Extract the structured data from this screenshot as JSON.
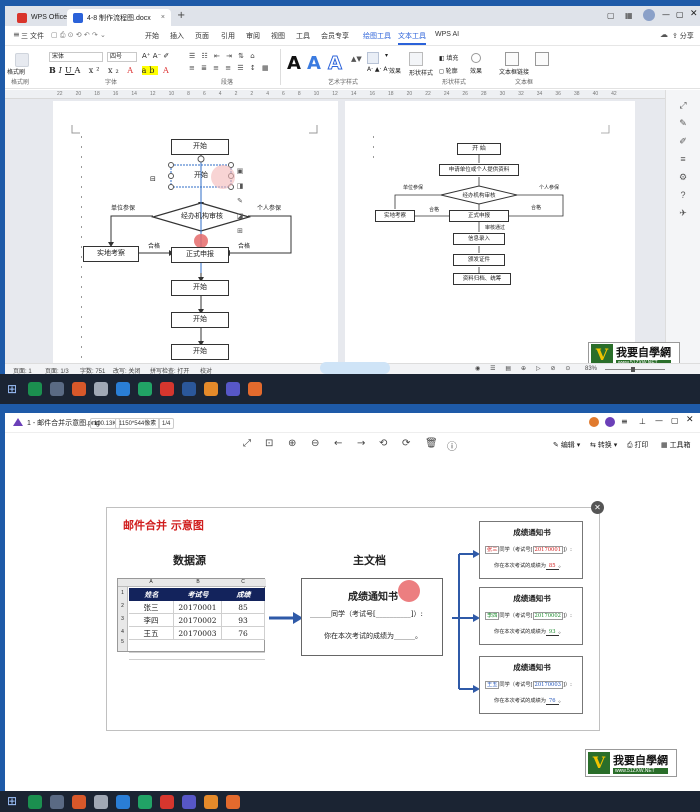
{
  "wps": {
    "app_tab": "WPS Office",
    "doc_tab": "4-8 制作流程图.docx",
    "menu": [
      "三 文件",
      "开始",
      "插入",
      "页面",
      "引用",
      "审阅",
      "视图",
      "工具",
      "会员专享",
      "绘图工具",
      "文本工具",
      "WPS AI"
    ],
    "menu_active": "文本工具",
    "ribbon": {
      "font_name": "宋体",
      "font_size": "四号",
      "group_font": "字体",
      "group_para": "段落",
      "group_art": "艺术字样式",
      "group_shape": "形状样式",
      "group_text": "文本框",
      "clear_format": "格式刷",
      "fill": "填充",
      "outline": "轮廓",
      "effect": "效果",
      "shape_style": "形状样式",
      "textbox_link": "文本框链接",
      "art_letter": "A"
    },
    "ruler_marks": [
      "22",
      "20",
      "18",
      "16",
      "14",
      "12",
      "10",
      "8",
      "6",
      "4",
      "2",
      "2",
      "4",
      "6",
      "8",
      "10",
      "12",
      "14",
      "16",
      "18",
      "20",
      "22",
      "24",
      "26",
      "28",
      "30",
      "32",
      "34",
      "36",
      "38",
      "40",
      "42"
    ],
    "flow_left": {
      "start1": "开始",
      "start2": "开始",
      "decision": "经办机构审核",
      "left_label": "单位参保",
      "right_label": "个人参保",
      "left_box": "实地考察",
      "pass": "合格",
      "pass2": "合格",
      "main": "正式申报",
      "s3": "开始",
      "s4": "开始",
      "s5": "开始"
    },
    "flow_right": {
      "start": "开 始",
      "apply": "申请单位或个人提供资料",
      "decision": "经办机构审核",
      "left_label": "单位参保",
      "right_label": "个人参保",
      "left_box": "实地考察",
      "pass1": "合格",
      "pass2": "合格",
      "main": "正式申报",
      "approved": "审核通过",
      "input": "信息录入",
      "cert": "颁发证件",
      "archive": "资料归档、统筹"
    },
    "status": {
      "page": "页面: 1",
      "pages": "页面: 1/3",
      "words": "字数: 751",
      "revise": "改写: 关闭",
      "spell": "拼写检查: 打开",
      "proof": "校对",
      "zoom": "83%"
    }
  },
  "viewer": {
    "title": "1 - 邮件合并示意图.png",
    "size": "100.13K",
    "dims": "1150*544像素",
    "page": "1/4",
    "edit": "编辑",
    "convert": "转换",
    "print": "打印",
    "toolbox": "工具箱"
  },
  "diagram": {
    "title": "邮件合并  示意图",
    "datasource": "数据源",
    "maindoc": "主文档",
    "cols": [
      "A",
      "B",
      "C"
    ],
    "headers": [
      "姓名",
      "考试号",
      "成绩"
    ],
    "rows": [
      [
        "张三",
        "20170001",
        "85"
      ],
      [
        "李四",
        "20170002",
        "93"
      ],
      [
        "王五",
        "20170003",
        "76"
      ]
    ],
    "row_nums": [
      "1",
      "2",
      "3",
      "4",
      "5"
    ],
    "doc_title": "成绩通知书",
    "doc_line1": "______同学（考试号[__________]）:",
    "doc_line2": "你在本次考试的成绩为______。",
    "cards": [
      {
        "title": "成绩通知书",
        "name": "张三",
        "id": "20170001",
        "score": "85",
        "color": "#d01d1d"
      },
      {
        "title": "成绩通知书",
        "name": "李四",
        "id": "20170002",
        "score": "93",
        "color": "#1b8a2d"
      },
      {
        "title": "成绩通知书",
        "name": "王五",
        "id": "20170003",
        "score": "76",
        "color": "#2455b8"
      }
    ],
    "card_line1_a": "同学（考试号[",
    "card_line1_b": "]）:",
    "card_line2": "你在本次考试的成绩为",
    "card_end": "。"
  },
  "watermark": {
    "title": "我要自學網",
    "url": "www.51ZXW.NET"
  }
}
